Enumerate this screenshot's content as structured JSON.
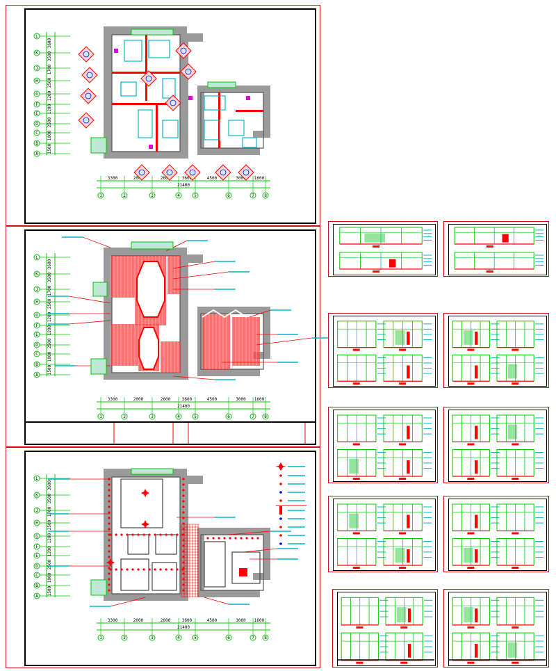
{
  "sheets": {
    "plan_sheets": [
      {
        "name": "floor-plan-layout"
      },
      {
        "name": "ceiling-plan"
      },
      {
        "name": "lighting-plan"
      }
    ],
    "elevation_sheets_count": 10
  },
  "dimensions": {
    "bottom_chain": [
      "3300",
      "2000",
      "2600",
      "3600",
      "4500",
      "3000",
      "1600"
    ],
    "bottom_total": "21400",
    "left_chain": [
      "3600",
      "3500",
      "1700",
      "2500",
      "1200",
      "1200",
      "2500",
      "1000",
      "1500"
    ]
  },
  "grid_axes": {
    "columns": [
      "1",
      "2",
      "3",
      "4",
      "5",
      "6",
      "7",
      "8"
    ],
    "rows": [
      "L",
      "K",
      "J",
      "H",
      "G",
      "F",
      "E",
      "D",
      "C",
      "B",
      "A"
    ]
  },
  "colors": {
    "frame_red": "#d01010",
    "wall_gray": "#9a9a9a",
    "cad_green": "#00c800",
    "cad_red": "#ff0000",
    "cad_cyan": "#00b8c8",
    "cad_blue": "#0000ff",
    "cad_black": "#000000"
  }
}
